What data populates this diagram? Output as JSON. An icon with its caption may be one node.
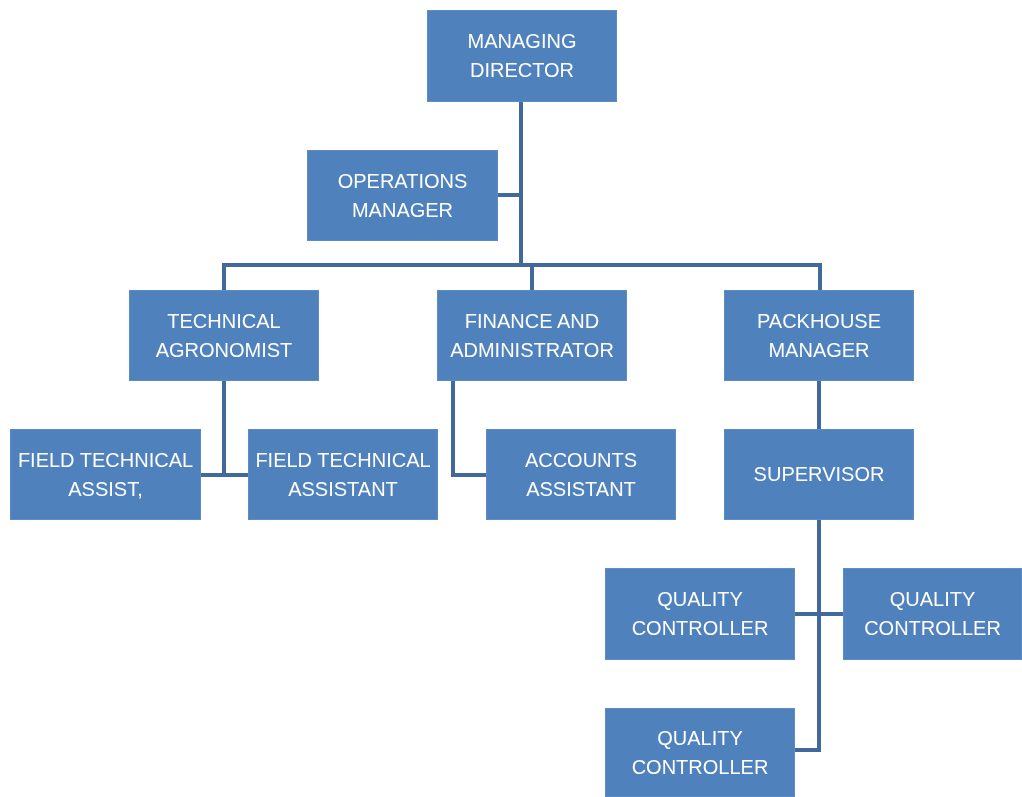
{
  "diagram": {
    "nodes": [
      {
        "text": [
          "MANAGING DIRECTOR"
        ]
      },
      {
        "text": [
          "OPERATIONS MANAGER"
        ]
      },
      {
        "text": [
          "TECHNICAL AGRONOMIST"
        ]
      },
      {
        "text": [
          "FINANCE AND ADMINISTRATOR"
        ]
      },
      {
        "text": [
          "PACKHOUSE MANAGER"
        ]
      },
      {
        "text": [
          "FIELD TECHNICAL ASSIST,"
        ]
      },
      {
        "text": [
          "FIELD TECHNICAL ASSISTANT"
        ]
      },
      {
        "text": [
          "ACCOUNTS ASSISTANT"
        ]
      },
      {
        "text": [
          "SUPERVISOR"
        ]
      },
      {
        "text": [
          "QUALITY CONTROLLER"
        ]
      },
      {
        "text": [
          "QUALITY CONTROLLER"
        ]
      },
      {
        "text": [
          "QUALITY CONTROLLER"
        ]
      }
    ],
    "edges": [
      {
        "from": 0,
        "to": 1,
        "arrow": "none"
      },
      {
        "from": 0,
        "to": 2,
        "arrow": "none"
      },
      {
        "from": 0,
        "to": 3,
        "arrow": "none"
      },
      {
        "from": 0,
        "to": 4,
        "arrow": "none"
      },
      {
        "from": 2,
        "to": 5,
        "arrow": "none"
      },
      {
        "from": 2,
        "to": 6,
        "arrow": "none"
      },
      {
        "from": 3,
        "to": 7,
        "arrow": "none"
      },
      {
        "from": 4,
        "to": 8,
        "arrow": "none"
      },
      {
        "from": 8,
        "to": 9,
        "arrow": "none"
      },
      {
        "from": 8,
        "to": 10,
        "arrow": "none"
      },
      {
        "from": 8,
        "to": 11,
        "arrow": "none"
      }
    ]
  }
}
